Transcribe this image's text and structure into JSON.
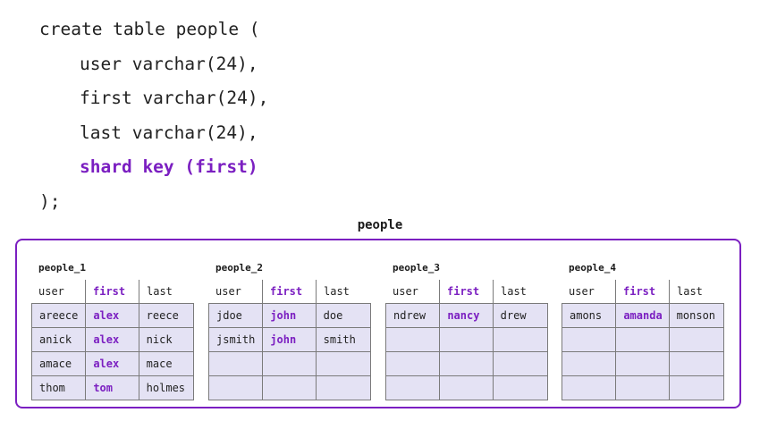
{
  "colors": {
    "accent": "#7b1fc1",
    "table_fill": "#e4e2f4",
    "border": "#7a7a7a",
    "text": "#222222"
  },
  "code": {
    "lines": [
      "create table people (",
      "user varchar(24),",
      "first varchar(24),",
      "last varchar(24),",
      "shard key (first)",
      ");"
    ]
  },
  "diagram": {
    "title": "people",
    "columns": [
      "user",
      "first",
      "last"
    ],
    "shards": [
      {
        "name": "people_1",
        "rows": [
          [
            "areece",
            "alex",
            "reece"
          ],
          [
            "anick",
            "alex",
            "nick"
          ],
          [
            "amace",
            "alex",
            "mace"
          ],
          [
            "thom",
            "tom",
            "holmes"
          ]
        ]
      },
      {
        "name": "people_2",
        "rows": [
          [
            "jdoe",
            "john",
            "doe"
          ],
          [
            "jsmith",
            "john",
            "smith"
          ],
          [
            "",
            "",
            ""
          ],
          [
            "",
            "",
            ""
          ]
        ]
      },
      {
        "name": "people_3",
        "rows": [
          [
            "ndrew",
            "nancy",
            "drew"
          ],
          [
            "",
            "",
            ""
          ],
          [
            "",
            "",
            ""
          ],
          [
            "",
            "",
            ""
          ]
        ]
      },
      {
        "name": "people_4",
        "rows": [
          [
            "amons",
            "amanda",
            "monson"
          ],
          [
            "",
            "",
            ""
          ],
          [
            "",
            "",
            ""
          ],
          [
            "",
            "",
            ""
          ]
        ]
      }
    ]
  }
}
